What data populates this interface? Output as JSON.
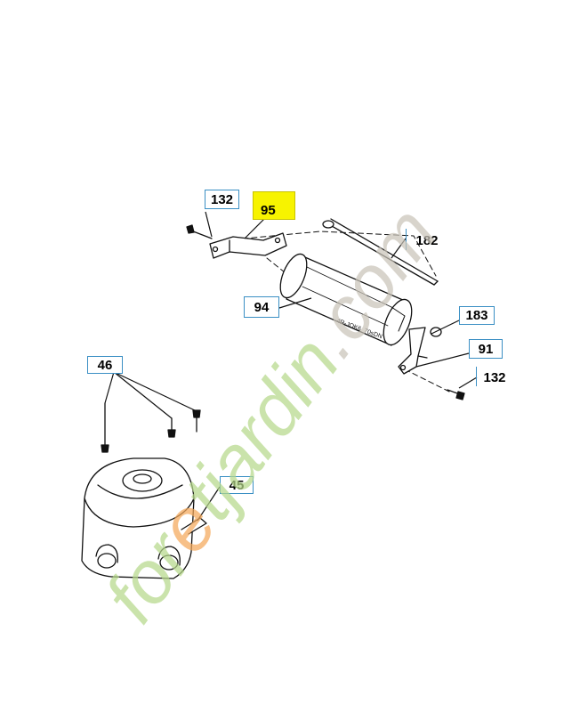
{
  "callouts": {
    "c132a": "132",
    "c95": "95",
    "c182": "182",
    "c94": "94",
    "c183": "183",
    "c91": "91",
    "c132b": "132",
    "c46": "46",
    "c45": "45"
  },
  "roller_marking": "4R-JOK6_70sDN",
  "watermark": {
    "text": "foretjardin.com",
    "color_green": "#b5d88a",
    "color_orange": "#f4a85a",
    "color_gray": "#c9c4b8"
  },
  "colors": {
    "callout_border": "#3a8fc4",
    "highlight": "#f7f300",
    "line": "#111111"
  }
}
